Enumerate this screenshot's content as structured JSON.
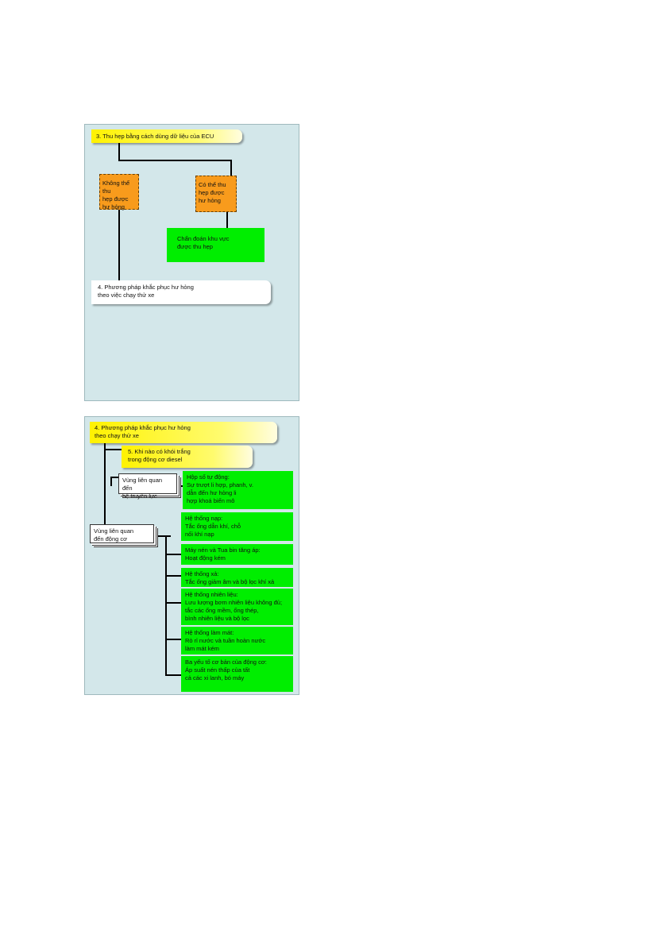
{
  "slide1": {
    "title": "3. Thu hẹp bằng cách dùng dữ liệu của ECU",
    "cannot": "Không thể thu\nhẹp được\như hỏng",
    "can": "Có thể thu\nhẹp được\như hỏng",
    "diagnose": "Chẩn đoán khu vực\nđược thu hẹp",
    "method": "4. Phương pháp khắc phục hư hỏng\ntheo việc chạy thử xe"
  },
  "slide2": {
    "title": "4. Phương pháp khắc phục hư hỏng\ntheo chạy thử xe",
    "subtitle": "5. Khi nào có khói trắng\ntrong động cơ diesel",
    "drivetrain_area": "Vùng liên quan đến\nhệ truyền lực",
    "transmission": "Hộp số tự động:\nSự trượt li hợp, phanh, v.\ndẫn đến hư hỏng li\nhợp khoá biến mô",
    "engine_area": "Vùng liên quan\nđến động cơ",
    "intake": "Hệ thống nạp:\nTắc ống dẫn khí, chỗ\nnối khí nạp",
    "compressor": "Máy nén và Tua bin tăng áp:\nHoạt động kém",
    "exhaust": "Hệ thống xả:\nTắc ống giảm âm và bộ lọc khí xả",
    "fuel": "Hệ thống nhiên liệu:\nLưu lượng bơm nhiên liệu không đủ;\n tắc các ống mềm, ống thép,\nbình nhiên liệu và bộ lọc",
    "cooling": "Hệ thống làm mát:\nRò rỉ nước và tuần hoàn nước\nlàm mát kém",
    "basic": "Ba yếu tố cơ bản của động cơ:\nÁp suất nén thấp của tất\ncả các xi lanh, bó máy"
  }
}
